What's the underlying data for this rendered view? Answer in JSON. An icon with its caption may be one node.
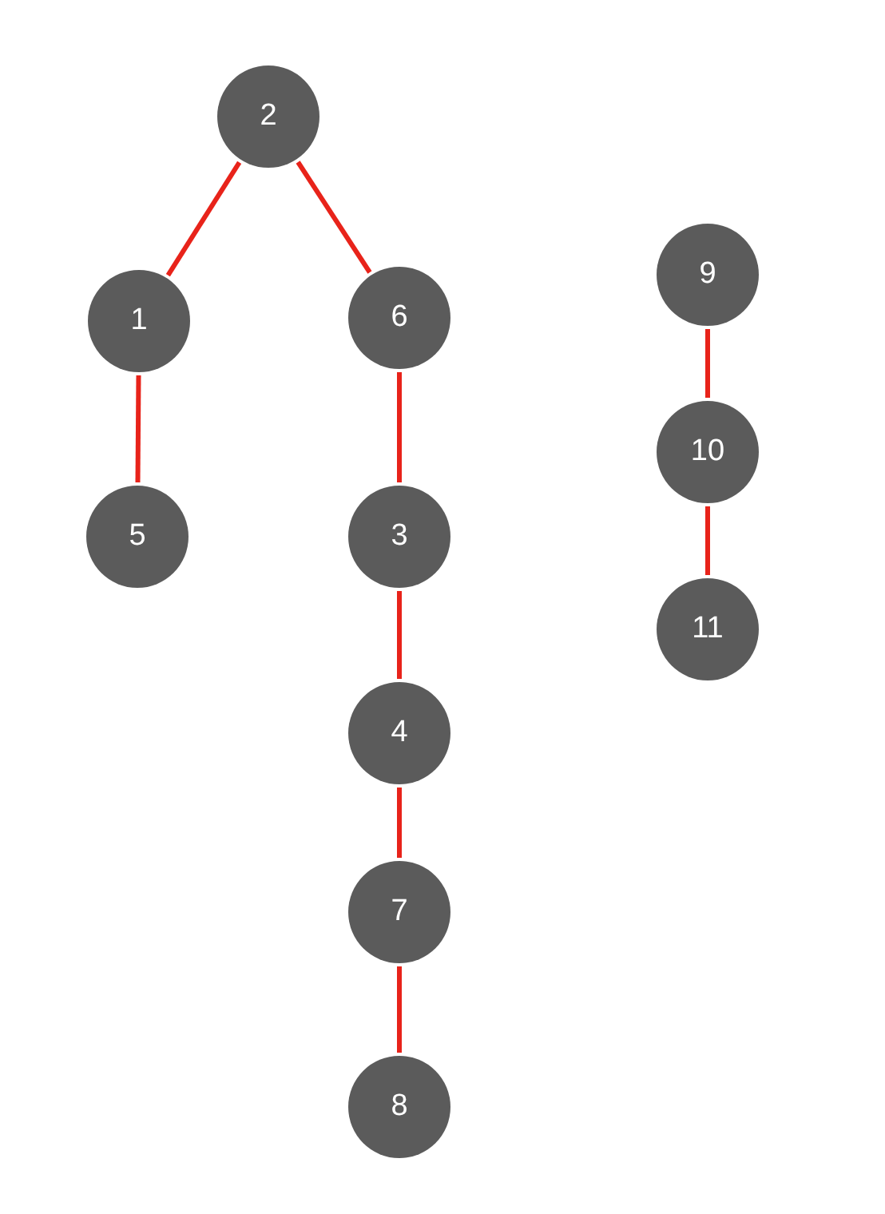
{
  "diagram": {
    "nodes": [
      {
        "text": [
          "2"
        ]
      },
      {
        "text": [
          "9"
        ]
      },
      {
        "text": [
          "1"
        ]
      },
      {
        "text": [
          "6"
        ]
      },
      {
        "text": [
          "10"
        ]
      },
      {
        "text": [
          "5"
        ]
      },
      {
        "text": [
          "3"
        ]
      },
      {
        "text": [
          "11"
        ]
      },
      {
        "text": [
          "4"
        ]
      },
      {
        "text": [
          "7"
        ]
      },
      {
        "text": [
          "8"
        ]
      }
    ],
    "edges": [
      {
        "from": 0,
        "to": 2,
        "arrow": "none"
      },
      {
        "from": 0,
        "to": 3,
        "arrow": "none"
      },
      {
        "from": 2,
        "to": 5,
        "arrow": "none"
      },
      {
        "from": 3,
        "to": 6,
        "arrow": "none"
      },
      {
        "from": 6,
        "to": 8,
        "arrow": "none"
      },
      {
        "from": 8,
        "to": 9,
        "arrow": "none"
      },
      {
        "from": 9,
        "to": 10,
        "arrow": "none"
      },
      {
        "from": 1,
        "to": 4,
        "arrow": "none"
      },
      {
        "from": 4,
        "to": 7,
        "arrow": "none"
      }
    ]
  }
}
